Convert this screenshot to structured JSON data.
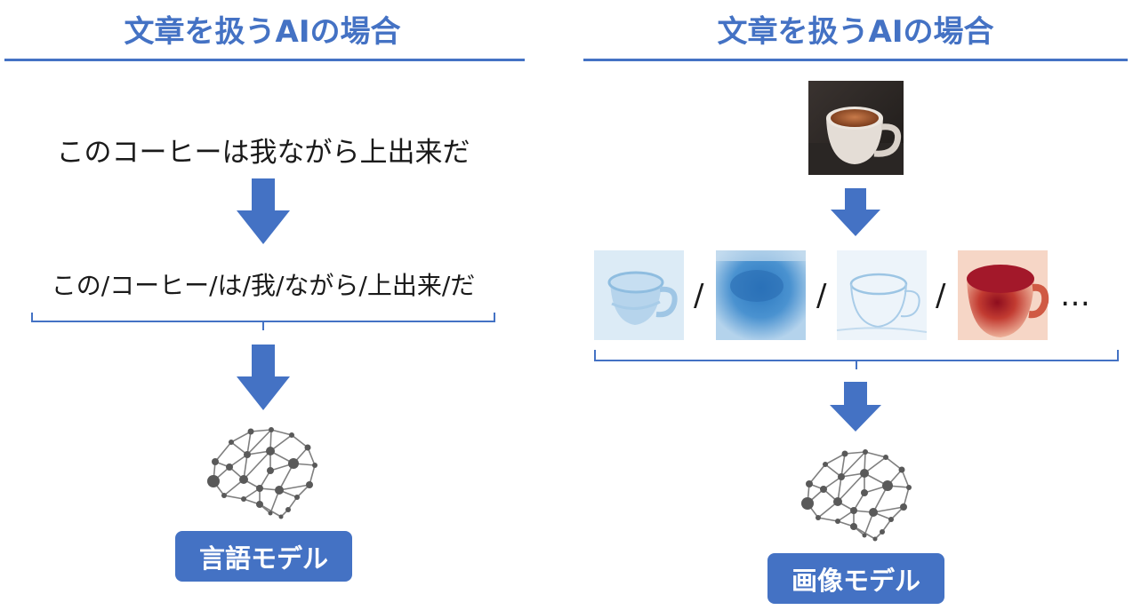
{
  "left_panel": {
    "title": "文章を扱うAIの場合",
    "sentence": "このコーヒーは我ながら上出来だ",
    "tokens": "この/コーヒー/は/我/ながら/上出来/だ",
    "model_label": "言語モデル"
  },
  "right_panel": {
    "title": "文章を扱うAIの場合",
    "separator": "/",
    "ellipsis": "…",
    "model_label": "画像モデル"
  },
  "colors": {
    "accent": "#4472c4",
    "brain_node": "#595959"
  },
  "icons": [
    "down-arrow-icon",
    "brace-icon",
    "brain-network-icon",
    "coffee-cup-photo"
  ]
}
